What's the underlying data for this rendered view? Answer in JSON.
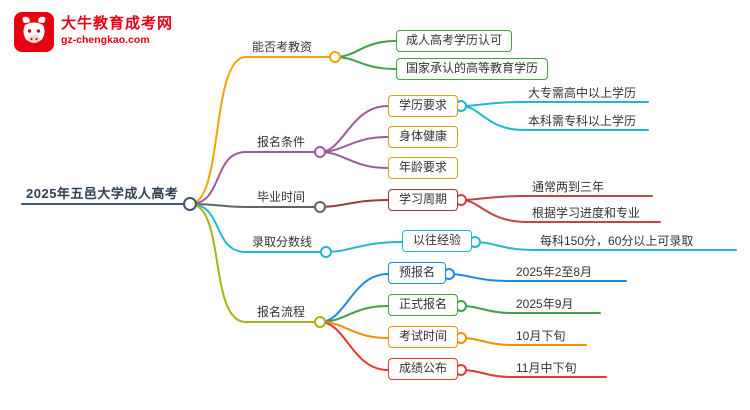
{
  "logo": {
    "brand": "大牛教育成考网",
    "domain": "gz-chengkao.com",
    "icon": "bull-icon",
    "brand_color": "#e60012"
  },
  "root": {
    "label": "2025年五邑大学成人高考"
  },
  "branches": [
    {
      "label": "能否考教资",
      "color": "#f5a300",
      "children": [
        {
          "label": "成人高考学历认可",
          "color": "#43a047"
        },
        {
          "label": "国家承认的高等教育学历",
          "color": "#43a047"
        }
      ]
    },
    {
      "label": "报名条件",
      "color": "#9c5a9c",
      "children": [
        {
          "label": "学历要求",
          "color": "#d4a017",
          "children": [
            {
              "label": "大专需高中以上学历",
              "color": "#1fb9cc"
            },
            {
              "label": "本科需专科以上学历",
              "color": "#1fb9cc"
            }
          ]
        },
        {
          "label": "身体健康",
          "color": "#d4a017"
        },
        {
          "label": "年龄要求",
          "color": "#d4a017"
        }
      ]
    },
    {
      "label": "毕业时间",
      "color": "#5f6368",
      "children": [
        {
          "label": "学习周期",
          "color": "#9c3b3b",
          "children": [
            {
              "label": "通常两到三年",
              "color": "#c04545"
            },
            {
              "label": "根据学习进度和专业",
              "color": "#c04545"
            }
          ]
        }
      ]
    },
    {
      "label": "录取分数线",
      "color": "#1fb9cc",
      "children": [
        {
          "label": "以往经验",
          "color": "#1fb9cc",
          "children": [
            {
              "label": "每科150分，60分以上可录取",
              "color": "#1fb9cc"
            }
          ]
        }
      ]
    },
    {
      "label": "报名流程",
      "color": "#aab117",
      "children": [
        {
          "label": "预报名",
          "color": "#1e88e5",
          "children": [
            {
              "label": "2025年2至8月",
              "color": "#1e88e5"
            }
          ]
        },
        {
          "label": "正式报名",
          "color": "#43a047",
          "children": [
            {
              "label": "2025年9月",
              "color": "#43a047"
            }
          ]
        },
        {
          "label": "考试时间",
          "color": "#fb8c00",
          "children": [
            {
              "label": "10月下旬",
              "color": "#fb8c00"
            }
          ]
        },
        {
          "label": "成绩公布",
          "color": "#e53935",
          "children": [
            {
              "label": "11月中下旬",
              "color": "#e53935"
            }
          ]
        }
      ]
    }
  ]
}
